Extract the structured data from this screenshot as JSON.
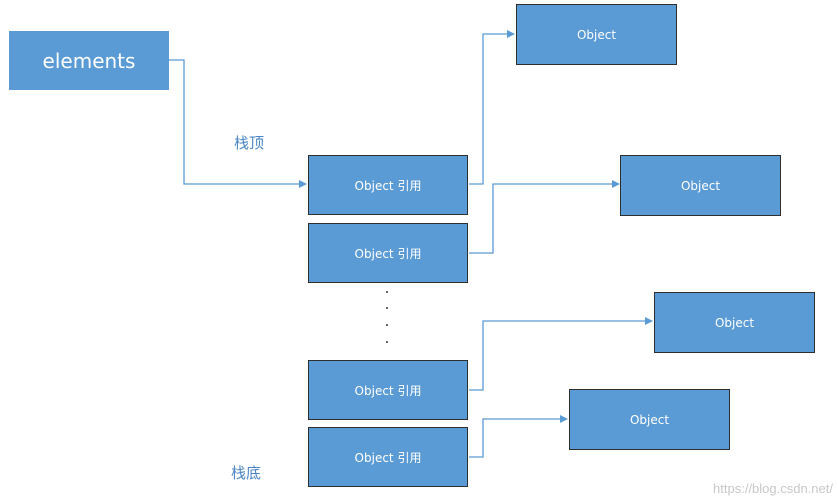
{
  "diagram": {
    "source": {
      "label": "elements"
    },
    "labels": {
      "stack_top": "栈顶",
      "stack_bottom": "栈底"
    },
    "references": [
      {
        "label": "Object 引用"
      },
      {
        "label": "Object 引用"
      },
      {
        "label": "Object 引用"
      },
      {
        "label": "Object 引用"
      }
    ],
    "objects": [
      {
        "label": "Object"
      },
      {
        "label": "Object"
      },
      {
        "label": "Object"
      },
      {
        "label": "Object"
      }
    ]
  },
  "watermark": "https://blog.csdn.net/",
  "colors": {
    "box_fill": "#5b9bd5",
    "connector": "#5b9bd5",
    "label_text": "#4a86c5"
  }
}
